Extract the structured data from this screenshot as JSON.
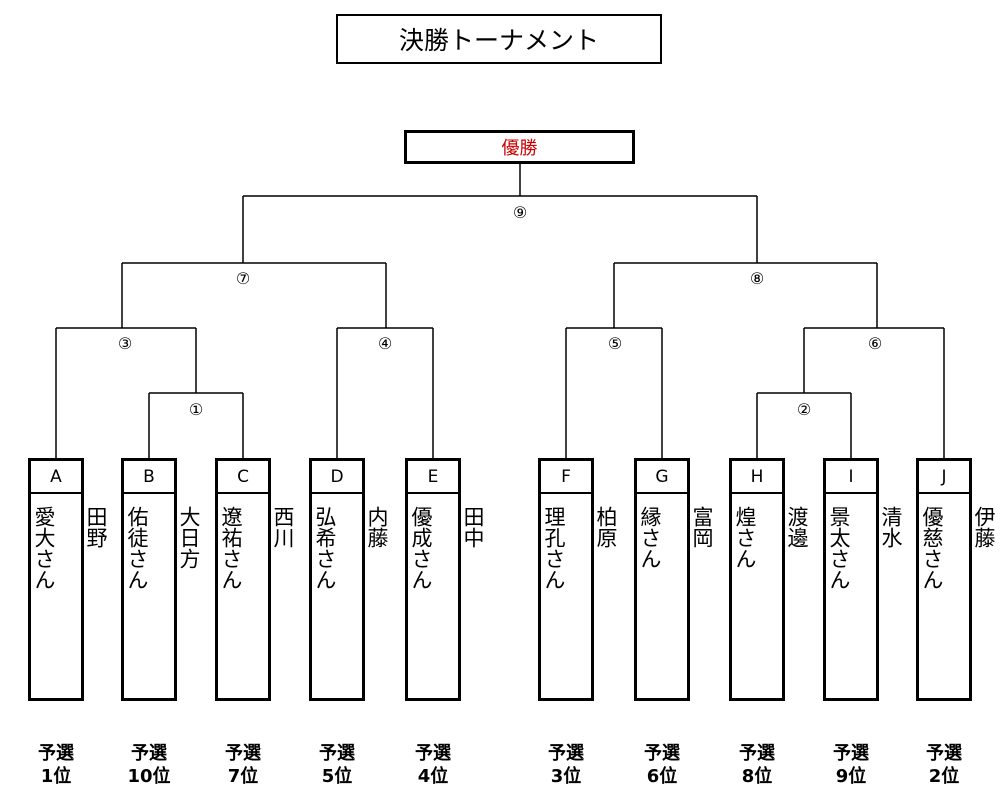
{
  "title": "決勝トーナメント",
  "winner_label": "優勝",
  "winner_color": "#cc0000",
  "players": [
    {
      "letter": "A",
      "name": "田野\n\n愛大さん",
      "seed_line1": "予選",
      "seed_line2": "1位"
    },
    {
      "letter": "B",
      "name": "大日方\n\n佑徒さん",
      "seed_line1": "予選",
      "seed_line2": "10位"
    },
    {
      "letter": "C",
      "name": "西川\n\n遼祐さん",
      "seed_line1": "予選",
      "seed_line2": "7位"
    },
    {
      "letter": "D",
      "name": "内藤\n\n弘希さん",
      "seed_line1": "予選",
      "seed_line2": "5位"
    },
    {
      "letter": "E",
      "name": "田中\n\n優成さん",
      "seed_line1": "予選",
      "seed_line2": "4位"
    },
    {
      "letter": "F",
      "name": "柏原\n\n理孔さん",
      "seed_line1": "予選",
      "seed_line2": "3位"
    },
    {
      "letter": "G",
      "name": "富岡\n\n縁さん",
      "seed_line1": "予選",
      "seed_line2": "6位"
    },
    {
      "letter": "H",
      "name": "渡邊\n\n煌さん",
      "seed_line1": "予選",
      "seed_line2": "8位"
    },
    {
      "letter": "I",
      "name": "清水\n\n景太さん",
      "seed_line1": "予選",
      "seed_line2": "9位"
    },
    {
      "letter": "J",
      "name": "伊藤\n\n優慈さん",
      "seed_line1": "予選",
      "seed_line2": "2位"
    }
  ],
  "matches": [
    "①",
    "②",
    "③",
    "④",
    "⑤",
    "⑥",
    "⑦",
    "⑧",
    "⑨"
  ]
}
